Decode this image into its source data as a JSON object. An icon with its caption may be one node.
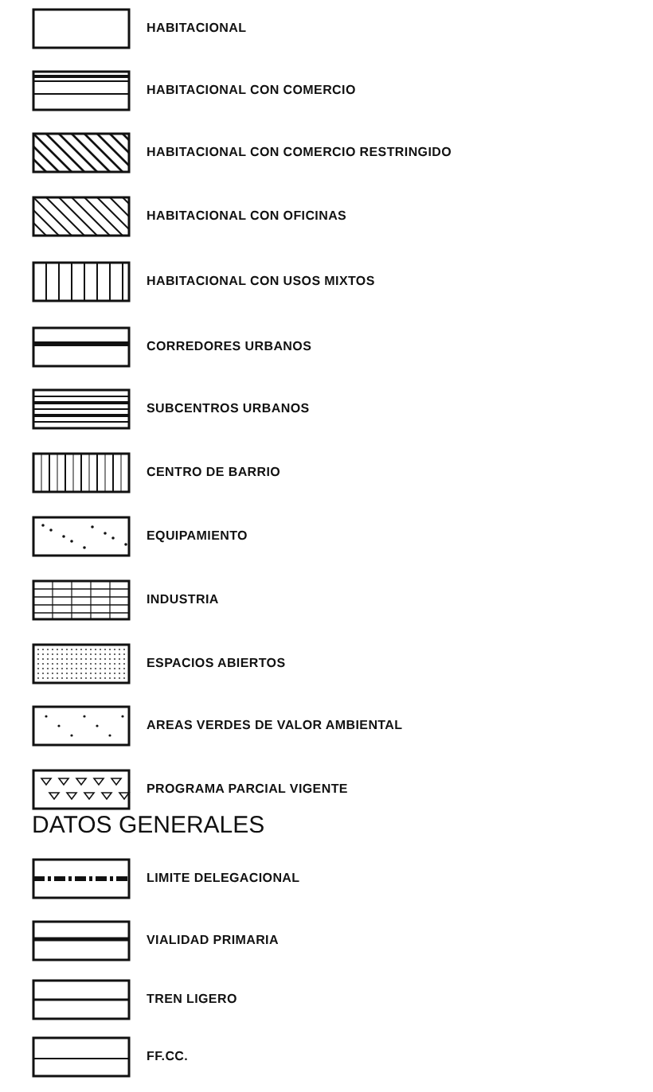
{
  "diagram": {
    "legend": [
      {
        "text": "HABITACIONAL"
      },
      {
        "text": "HABITACIONAL CON COMERCIO"
      },
      {
        "text": "HABITACIONAL CON COMERCIO RESTRINGIDO"
      },
      {
        "text": "HABITACIONAL CON OFICINAS"
      },
      {
        "text": "HABITACIONAL CON USOS MIXTOS"
      },
      {
        "text": "CORREDORES URBANOS"
      },
      {
        "text": "SUBCENTROS URBANOS"
      },
      {
        "text": "CENTRO DE BARRIO"
      },
      {
        "text": "EQUIPAMIENTO"
      },
      {
        "text": "INDUSTRIA"
      },
      {
        "text": "ESPACIOS ABIERTOS"
      },
      {
        "text": "AREAS VERDES DE VALOR AMBIENTAL"
      },
      {
        "text": "PROGRAMA PARCIAL VIGENTE"
      },
      {
        "text": "LIMITE DELEGACIONAL"
      },
      {
        "text": "VIALIDAD PRIMARIA"
      },
      {
        "text": "TREN LIGERO"
      },
      {
        "text": "FF.CC."
      }
    ],
    "labels": [
      "DATOS GENERALES"
    ]
  }
}
